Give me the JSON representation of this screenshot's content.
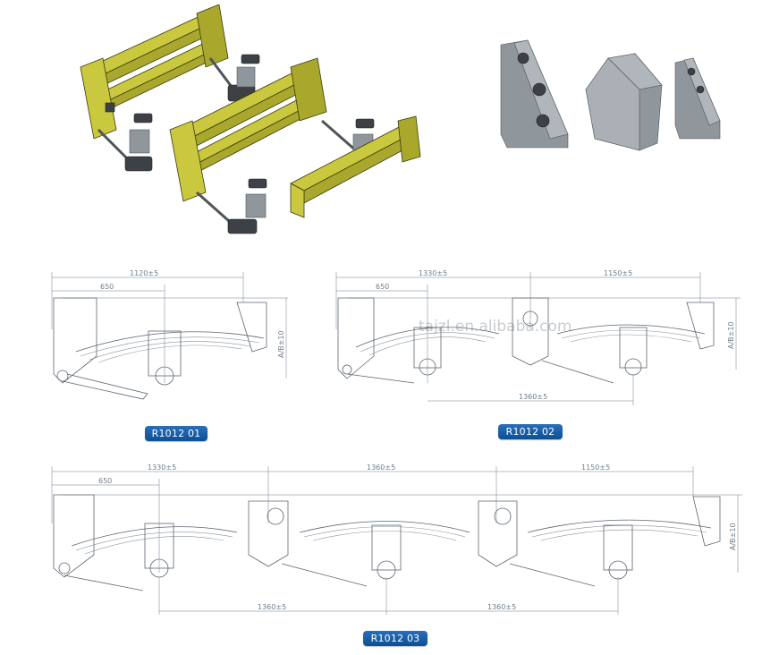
{
  "watermark": "tajzl.en.alibaba.com",
  "images": {
    "assembly_3d": "3d-suspension-assembly",
    "brackets": "suspension-hanger-brackets"
  },
  "diagrams": [
    {
      "id": "r101201",
      "label": "R1012 01",
      "top_dims": [
        "1120±5",
        "650"
      ],
      "side_dim": "A/B±10",
      "bottom_dims": []
    },
    {
      "id": "r101202",
      "label": "R1012 02",
      "top_dims": [
        "1330±5",
        "1150±5",
        "650"
      ],
      "side_dim": "A/B±10",
      "bottom_dims": [
        "1360±5"
      ]
    },
    {
      "id": "r101203",
      "label": "R1012 03",
      "top_dims": [
        "1330±5",
        "1360±5",
        "1150±5",
        "650"
      ],
      "side_dim": "A/B±10",
      "bottom_dims": [
        "1360±5",
        "1360±5"
      ]
    }
  ],
  "colors": {
    "frame_yellow": "#c9c83e",
    "bracket_grey": "#8f969c",
    "badge_blue": "#0c4f96"
  }
}
